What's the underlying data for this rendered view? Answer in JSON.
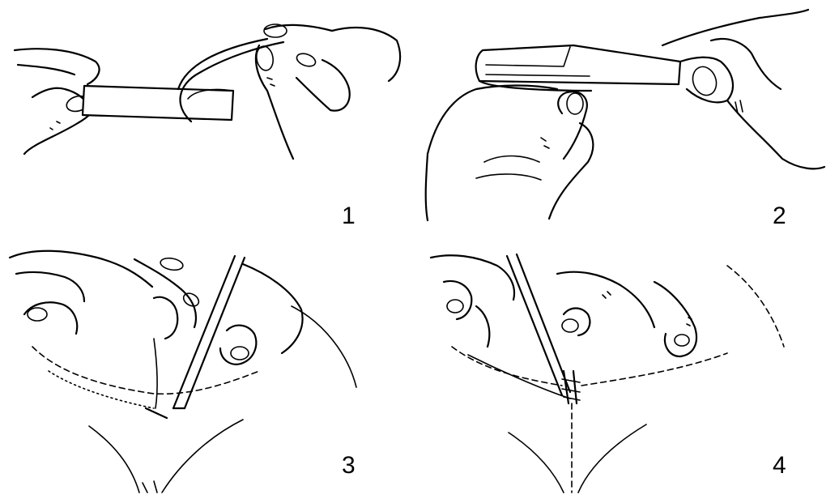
{
  "illustration": {
    "panels": [
      {
        "step_label": "1"
      },
      {
        "step_label": "2"
      },
      {
        "step_label": "3"
      },
      {
        "step_label": "4"
      }
    ]
  }
}
